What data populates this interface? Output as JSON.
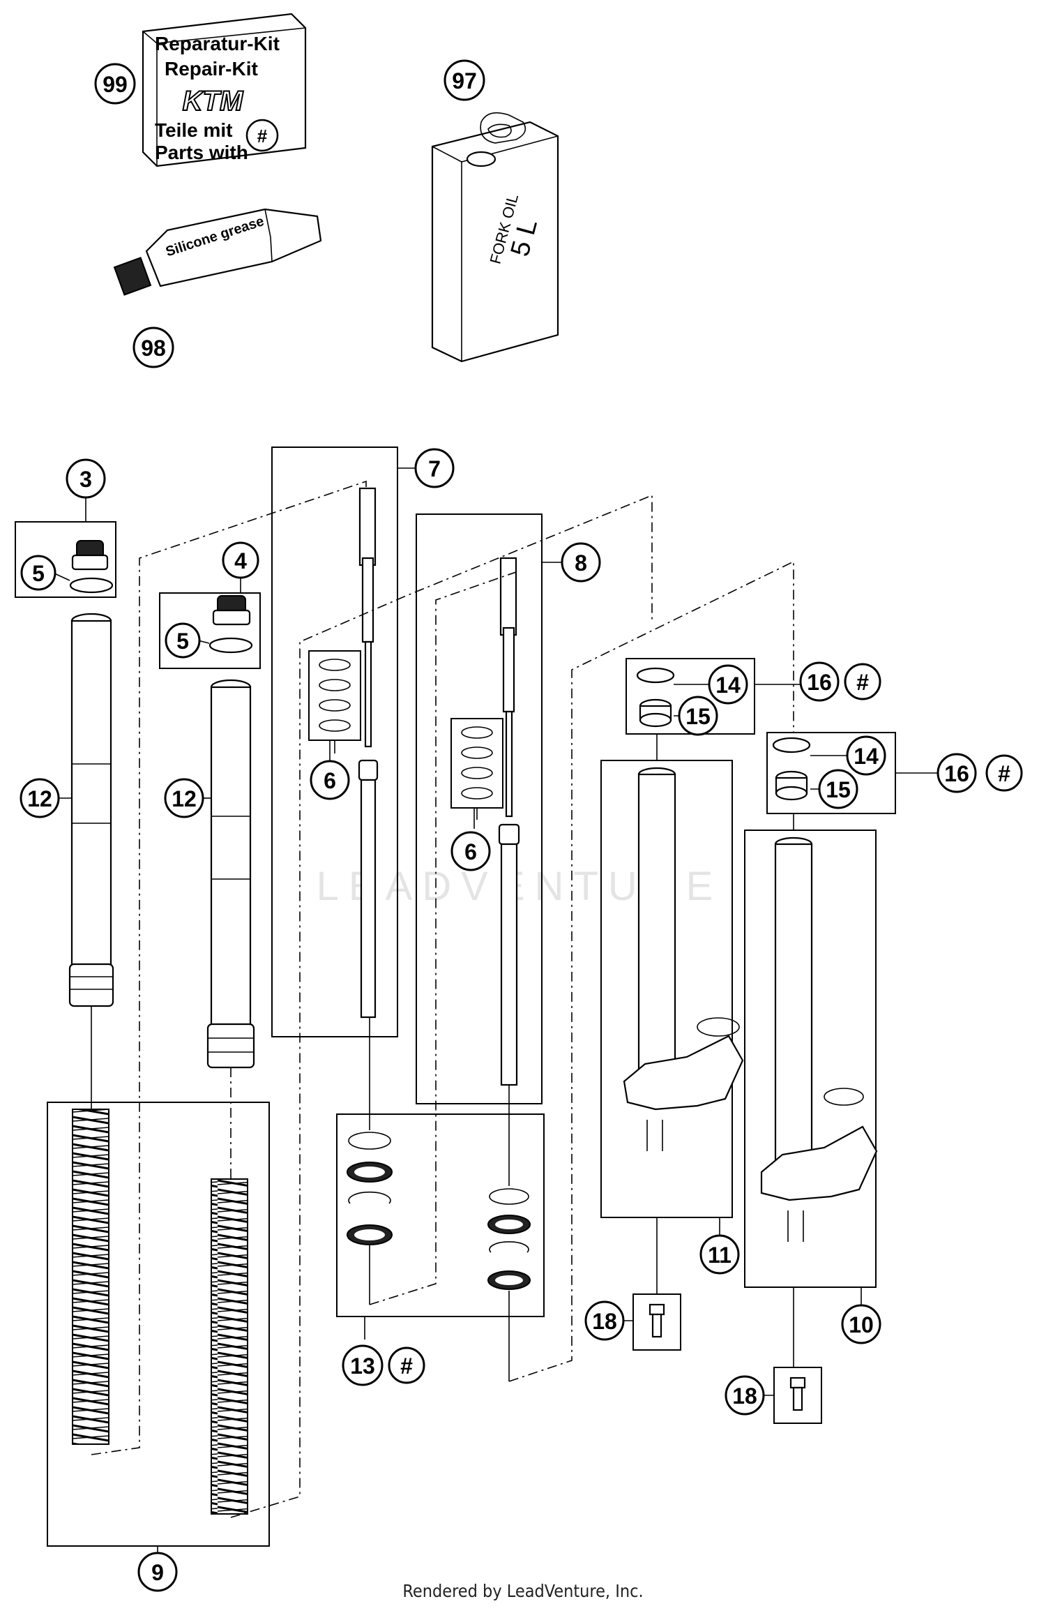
{
  "diagram": {
    "watermark": "LEADVENTURE",
    "footer": "Rendered by LeadVenture, Inc.",
    "repair_kit": {
      "line1": "Reparatur-Kit",
      "line2": "Repair-Kit",
      "brand": "KTM",
      "line3": "Teile mit",
      "line4": "Parts with",
      "symbol": "#"
    },
    "fork_oil": {
      "line1": "FORK OIL",
      "line2": "5 L"
    },
    "grease_tube": "Silicone grease",
    "callouts": {
      "c99": "99",
      "c97": "97",
      "c98": "98",
      "c3": "3",
      "c5a": "5",
      "c4": "4",
      "c5b": "5",
      "c7": "7",
      "c8": "8",
      "c12a": "12",
      "c12b": "12",
      "c6a": "6",
      "c6b": "6",
      "c14a": "14",
      "c15a": "15",
      "c16a": "16",
      "h16a": "#",
      "c14b": "14",
      "c15b": "15",
      "c16b": "16",
      "h16b": "#",
      "c11": "11",
      "c10": "10",
      "c18a": "18",
      "c18b": "18",
      "c13": "13",
      "h13": "#",
      "c9": "9"
    }
  }
}
